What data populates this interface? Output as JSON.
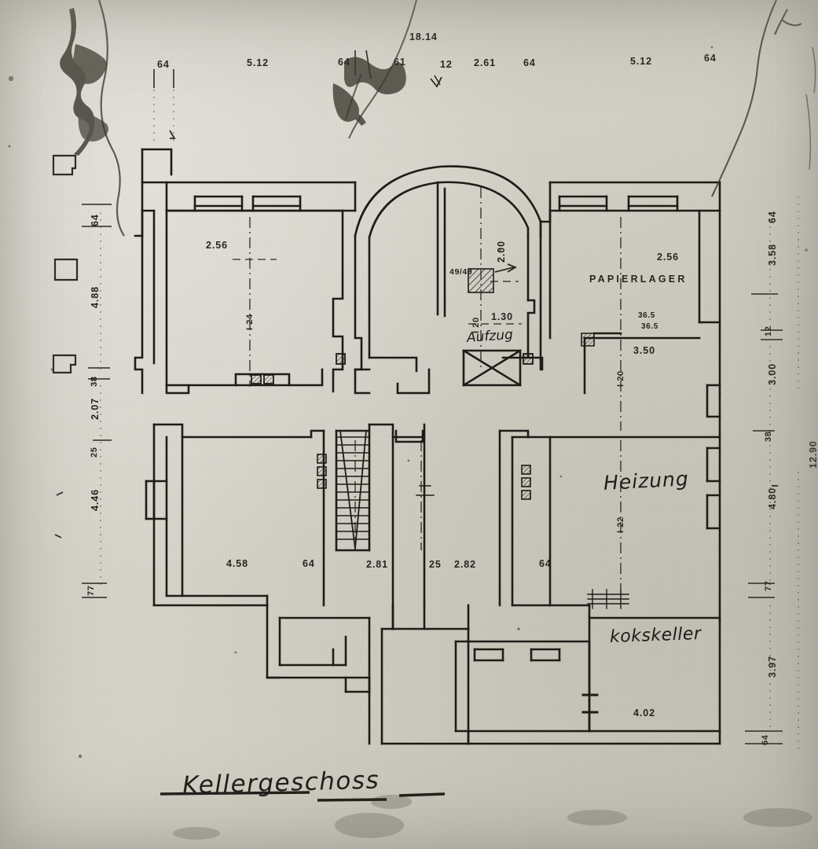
{
  "document": {
    "kind": "architectural-floor-plan-scan",
    "title": "Kellergeschoss",
    "paper_color": "#d6d3ca",
    "ink_color": "#1d1b17"
  },
  "title_block": {
    "label": "Kellergeschoss"
  },
  "room_labels": [
    {
      "id": "papierlager",
      "text": "PAPIERLAGER",
      "style": "printed"
    },
    {
      "id": "heizung",
      "text": "Heizung",
      "style": "handwritten"
    },
    {
      "id": "kokskeller",
      "text": "kokskeller",
      "style": "handwritten"
    },
    {
      "id": "aufzug",
      "text": "Aufzug",
      "style": "handwritten"
    }
  ],
  "dimensions": {
    "top_overall": "18.14",
    "top_chain": [
      "64",
      "5.12",
      "64",
      "61",
      "12",
      "2.61",
      "64",
      "5.12",
      "64"
    ],
    "left_chain": [
      "64",
      "4.88",
      "38",
      "2.07",
      "25",
      "4.46",
      "77"
    ],
    "right_chain": [
      "64",
      "3.58",
      "12",
      "3.00",
      "38",
      "4.80",
      "77",
      "3.97",
      "64"
    ],
    "right_overall": "12.90",
    "interior_bottom_chain": [
      "4.58",
      "64",
      "2.81",
      "25",
      "2.82",
      "64"
    ],
    "interior": [
      {
        "id": "room-nw-width",
        "text": "2.56"
      },
      {
        "id": "room-nw-wall",
        "text": "I 24"
      },
      {
        "id": "shaft-height",
        "text": "2.00"
      },
      {
        "id": "shaft-fraction",
        "text": "49/49"
      },
      {
        "id": "shaft-wall",
        "text": "I 20"
      },
      {
        "id": "shaft-width",
        "text": "1.30"
      },
      {
        "id": "papier-width",
        "text": "2.56"
      },
      {
        "id": "papier-open-a",
        "text": "36.5"
      },
      {
        "id": "papier-open-b",
        "text": "36.5"
      },
      {
        "id": "papier-depth",
        "text": "3.50"
      },
      {
        "id": "papier-wall",
        "text": "I 20"
      },
      {
        "id": "heizung-wall",
        "text": "I 22"
      },
      {
        "id": "koks-width",
        "text": "4.02"
      }
    ]
  },
  "annotations": {
    "scan_defects": "tear and stain marks along upper-left and upper-right margins",
    "margin_marks": 3
  }
}
